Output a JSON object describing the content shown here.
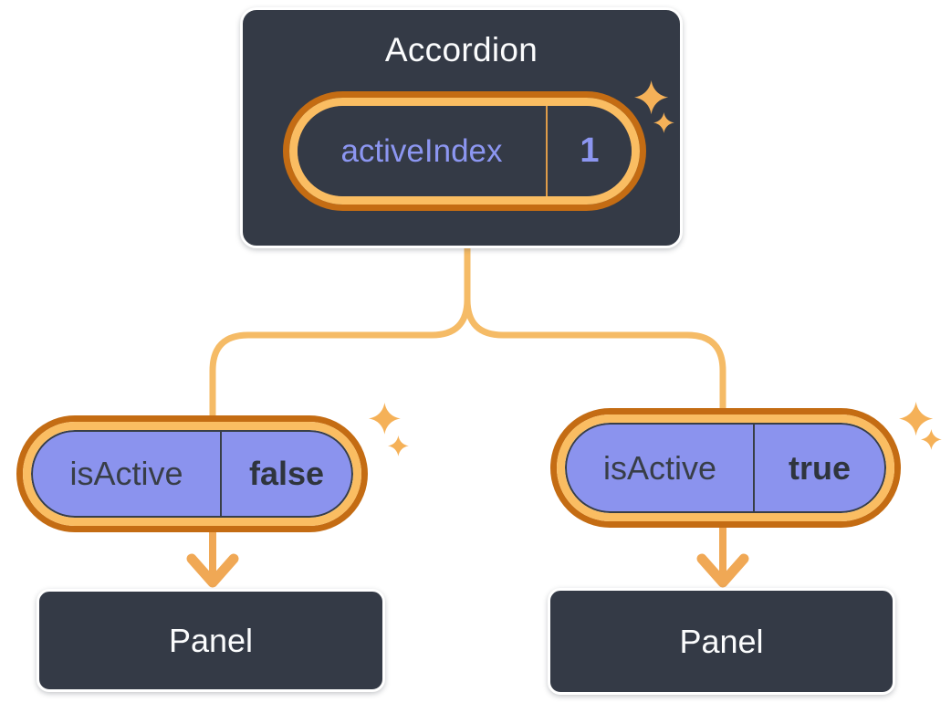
{
  "background": "#ffffff",
  "colors": {
    "surface_dark": "#343A46",
    "box_border": "#ffffff",
    "text_light": "#FBFCFD",
    "text_dark": "#383E47",
    "purple_fill": "#8B93EE",
    "purple_text": "#8C96F1",
    "ring_orange_dark": "#C46C13",
    "ring_orange_light": "#FABD62",
    "line_orange": "#F5BB66",
    "arrow_orange": "#F0A855",
    "sparkle_orange": "#F5B158"
  },
  "icons": {
    "sparkle": "four-point-star"
  },
  "root_component": {
    "title": "Accordion",
    "state_pill": {
      "label": "activeIndex",
      "value": "1"
    }
  },
  "children": [
    {
      "prop_pill": {
        "label": "isActive",
        "value": "false"
      },
      "panel": {
        "label": "Panel"
      }
    },
    {
      "prop_pill": {
        "label": "isActive",
        "value": "true"
      },
      "panel": {
        "label": "Panel"
      }
    }
  ]
}
